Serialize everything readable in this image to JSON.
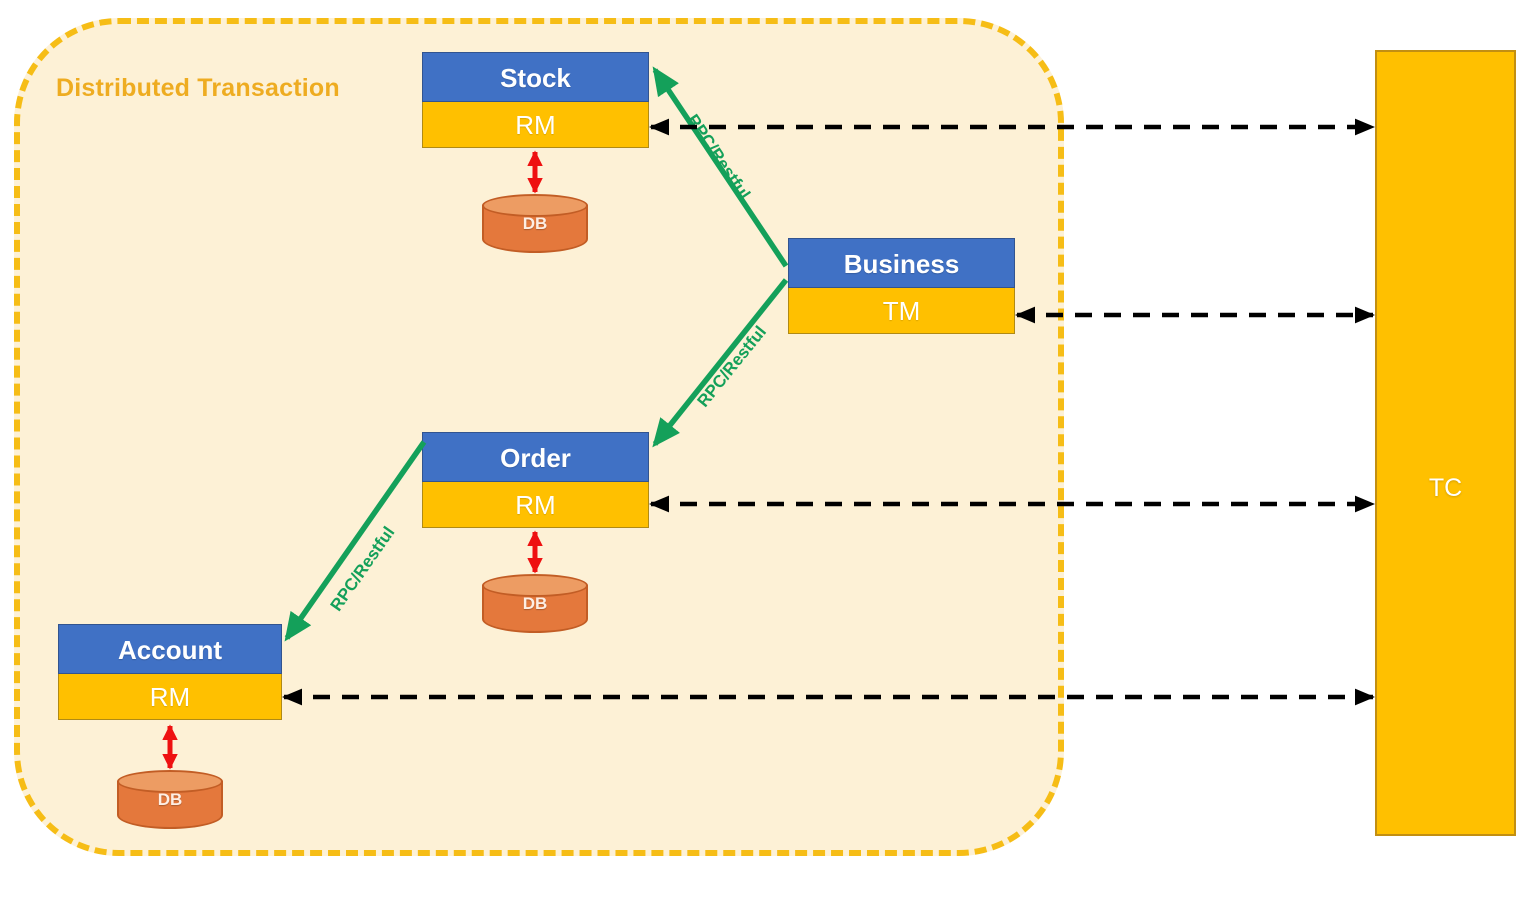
{
  "diagram": {
    "boundary": {
      "title": "Distributed Transaction",
      "border_color": "#f6bd16",
      "fill_color": "#fdf1d6"
    },
    "colors": {
      "service_header": "#4071c5",
      "service_body": "#ffc000",
      "db_body": "#e4783c",
      "db_top": "#ed9c63",
      "rpc_arrow": "#14a05a",
      "tc_arrow": "#000000",
      "db_arrow": "#ee1111",
      "tc_column": "#ffc000",
      "title_text": "#eeac21"
    },
    "services": [
      {
        "name": "Stock",
        "component": "RM",
        "database": "DB"
      },
      {
        "name": "Business",
        "component": "TM",
        "database": null
      },
      {
        "name": "Order",
        "component": "RM",
        "database": "DB"
      },
      {
        "name": "Account",
        "component": "RM",
        "database": "DB"
      }
    ],
    "coordinator": {
      "label": "TC"
    },
    "rpc_links": [
      {
        "from": "Business",
        "to": "Stock",
        "label": "RPC/Restful"
      },
      {
        "from": "Business",
        "to": "Order",
        "label": "RPC/Restful"
      },
      {
        "from": "Order",
        "to": "Account",
        "label": "RPC/Restful"
      }
    ],
    "tc_links": [
      {
        "from": "Stock RM",
        "to": "TC",
        "style": "dashed-bidirectional"
      },
      {
        "from": "Business TM",
        "to": "TC",
        "style": "dashed-bidirectional"
      },
      {
        "from": "Order RM",
        "to": "TC",
        "style": "dashed-bidirectional"
      },
      {
        "from": "Account RM",
        "to": "TC",
        "style": "dashed-bidirectional"
      }
    ],
    "db_links": [
      {
        "from": "Stock RM",
        "to": "DB",
        "style": "red-bidirectional"
      },
      {
        "from": "Order RM",
        "to": "DB",
        "style": "red-bidirectional"
      },
      {
        "from": "Account RM",
        "to": "DB",
        "style": "red-bidirectional"
      }
    ]
  }
}
